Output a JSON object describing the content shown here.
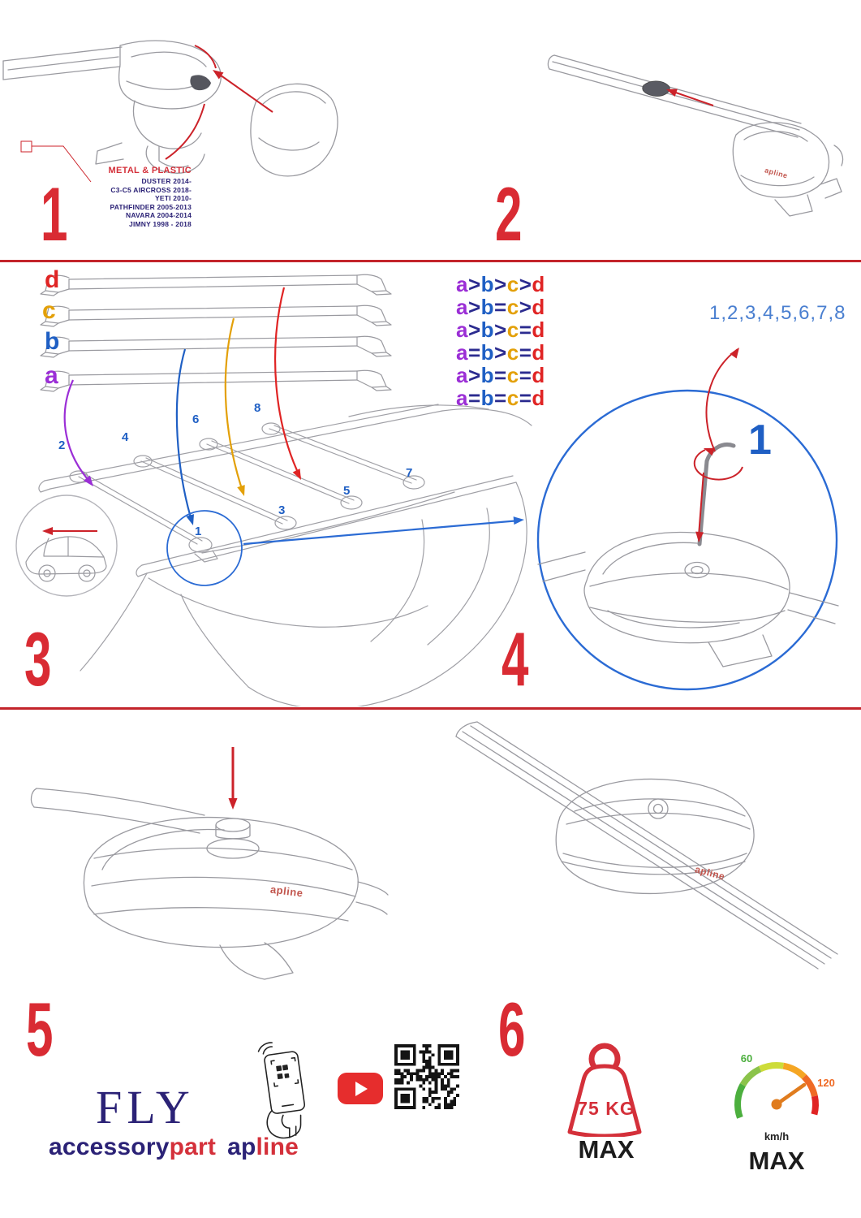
{
  "colors": {
    "a": "#9b2fd6",
    "b": "#1f5fc4",
    "c": "#e3a008",
    "d": "#e02424",
    "op": "#2b2b8f",
    "step": "#d92b33",
    "divider": "#c3242b",
    "seq": "#4a7fd0",
    "posnum": "#1f5fc4",
    "navy": "#2b2276",
    "red": "#d4303a"
  },
  "steps": {
    "s1": "1",
    "s2": "2",
    "s3": "3",
    "s4": "4",
    "s5": "5",
    "s6": "6"
  },
  "step1": {
    "material_title": "METAL & PLASTIC",
    "vehicles": [
      "DUSTER 2014-",
      "C3-C5 AIRCROSS 2018-",
      "YETI 2010-",
      "PATHFINDER 2005-2013",
      "NAVARA 2004-2014",
      "JIMNY 1998 - 2018"
    ]
  },
  "step3": {
    "bar_labels": [
      "d",
      "c",
      "b",
      "a"
    ],
    "legend_rows": [
      "a>b>c>d",
      "a>b=c>d",
      "a>b>c=d",
      "a=b>c=d",
      "a>b=c=d",
      "a=b=c=d"
    ],
    "sequence": "1,2,3,4,5,6,7,8",
    "position_numbers": [
      "1",
      "2",
      "3",
      "4",
      "5",
      "6",
      "7",
      "8"
    ],
    "zoom_number": "1"
  },
  "branding": {
    "product": "FLY",
    "brand_part1": "accessory",
    "brand_part2": "part",
    "logo_part1": "ap",
    "logo_part2": "line",
    "clamp_logo": "apline"
  },
  "limits": {
    "weight_value": "75 KG",
    "weight_max_label": "MAX",
    "speed_low": "60",
    "speed_high": "120",
    "speed_unit": "km/h",
    "speed_max_label": "MAX"
  }
}
